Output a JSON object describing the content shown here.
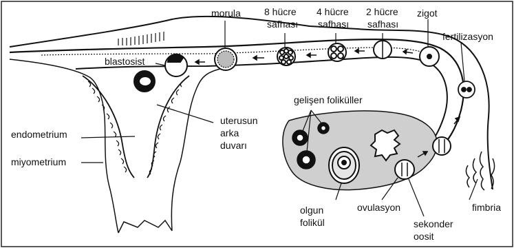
{
  "labels": {
    "morula": "morula",
    "cell8_line1": "8 hücre",
    "cell8_line2": "safhası",
    "cell4_line1": "4 hücre",
    "cell4_line2": "safhası",
    "cell2_line1": "2 hücre",
    "cell2_line2": "safhası",
    "zigot": "zigot",
    "fertilizasyon": "fertilizasyon",
    "blastosist": "blastosist",
    "gelisen_folikuller": "gelişen foliküller",
    "uterus_line1": "uterusun",
    "uterus_line2": "arka",
    "uterus_line3": "duvarı",
    "endometrium": "endometrium",
    "miyometrium": "miyometrium",
    "olgun_line1": "olgun",
    "olgun_line2": "folikül",
    "ovulasyon": "ovulasyon",
    "sekonder_line1": "sekonder",
    "sekonder_line2": "oosit",
    "fimbria": "fimbria"
  },
  "colors": {
    "line": "#111111",
    "ovary_fill": "#cfcfcf",
    "background": "#ffffff"
  }
}
